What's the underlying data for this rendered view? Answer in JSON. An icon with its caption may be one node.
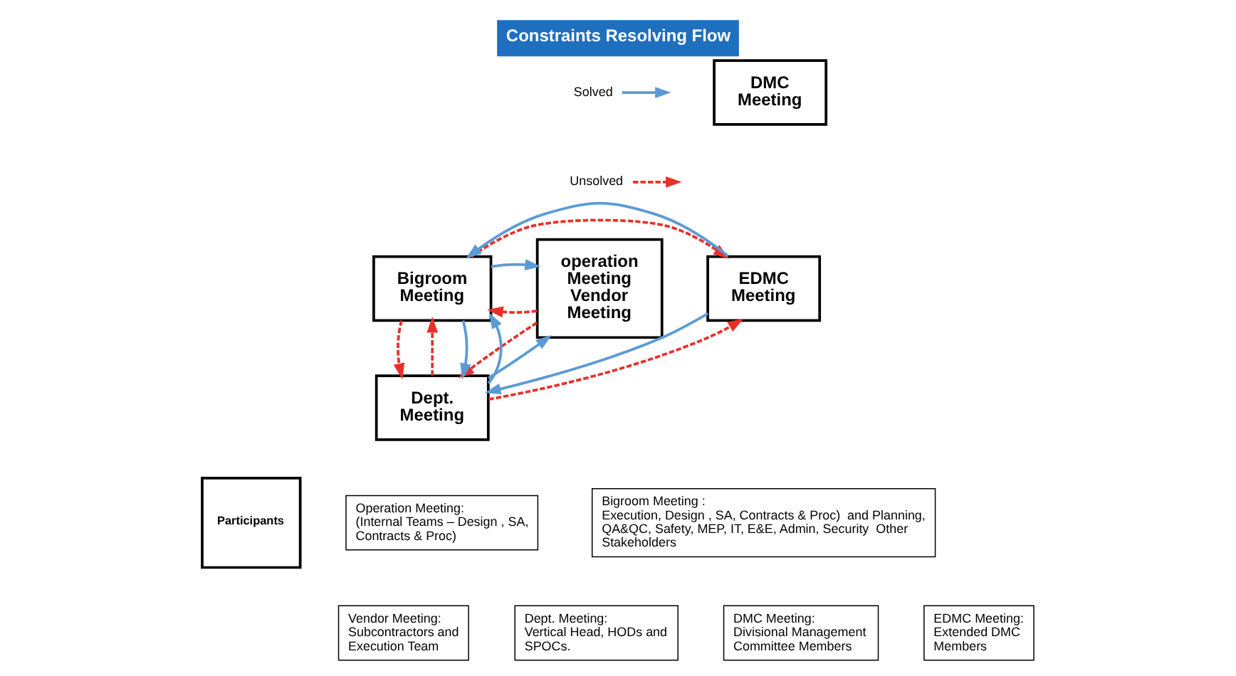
{
  "diagram": {
    "title": "Constraints Resolving Flow",
    "nodes": [
      {
        "text": [
          "operation Meeting",
          "Vendor Meeting"
        ]
      },
      {
        "text": [
          "Bigroom Meeting"
        ]
      },
      {
        "text": [
          "DMC Meeting"
        ]
      },
      {
        "text": [
          "EDMC Meeting"
        ]
      },
      {
        "text": [
          "Dept. Meeting"
        ]
      },
      {
        "text": [
          "Participants"
        ]
      },
      {
        "text": [
          "Operation Meeting:",
          "(Internal Teams – Design , SA, Contracts & Proc)"
        ]
      },
      {
        "text": [
          "Bigroom Meeting :",
          "Execution, Design , SA, Contracts & Proc)  and Planning, QA&QC, Safety, MEP, IT, E&E, Admin, Security  Other Stakeholders"
        ]
      },
      {
        "text": [
          "Vendor Meeting:",
          "Subcontractors and Execution Team"
        ]
      },
      {
        "text": [
          "Dept. Meeting:",
          "Vertical Head, HODs and SPOCs."
        ]
      },
      {
        "text": [
          "DMC Meeting:",
          "Divisional Management Committee Members"
        ]
      },
      {
        "text": [
          "EDMC Meeting:",
          "Extended DMC Members"
        ]
      }
    ],
    "edges": [
      {
        "from": 0,
        "to": 1,
        "arrow": "to",
        "style": "dashed",
        "color": "#e8302a"
      },
      {
        "from": 1,
        "to": 0,
        "arrow": "to",
        "color": "#5b9bd5"
      },
      {
        "from": 1,
        "to": 3,
        "arrow": "to",
        "style": "dashed",
        "color": "#e8302a"
      },
      {
        "from": 3,
        "to": 1,
        "arrow": "to",
        "color": "#5b9bd5"
      },
      {
        "from": 0,
        "to": 4,
        "arrow": "to",
        "style": "dashed",
        "color": "#e8302a"
      },
      {
        "from": 4,
        "to": 0,
        "arrow": "to",
        "color": "#5b9bd5"
      },
      {
        "from": 4,
        "to": 3,
        "arrow": "to",
        "style": "dashed",
        "color": "#e8302a"
      },
      {
        "from": 3,
        "to": 4,
        "arrow": "to",
        "color": "#5b9bd5"
      },
      {
        "from": 1,
        "to": 4,
        "arrow": "to",
        "style": "dashed",
        "color": "#e8302a"
      },
      {
        "from": 4,
        "to": 1,
        "arrow": "to",
        "style": "dashed",
        "color": "#e8302a"
      },
      {
        "from": 1,
        "to": 4,
        "arrow": "to",
        "color": "#5b9bd5"
      },
      {
        "from": 4,
        "to": 1,
        "arrow": "to",
        "color": "#5b9bd5"
      }
    ],
    "legend": [
      {
        "text": "Solved"
      },
      {
        "text": "Unsolved"
      }
    ]
  }
}
